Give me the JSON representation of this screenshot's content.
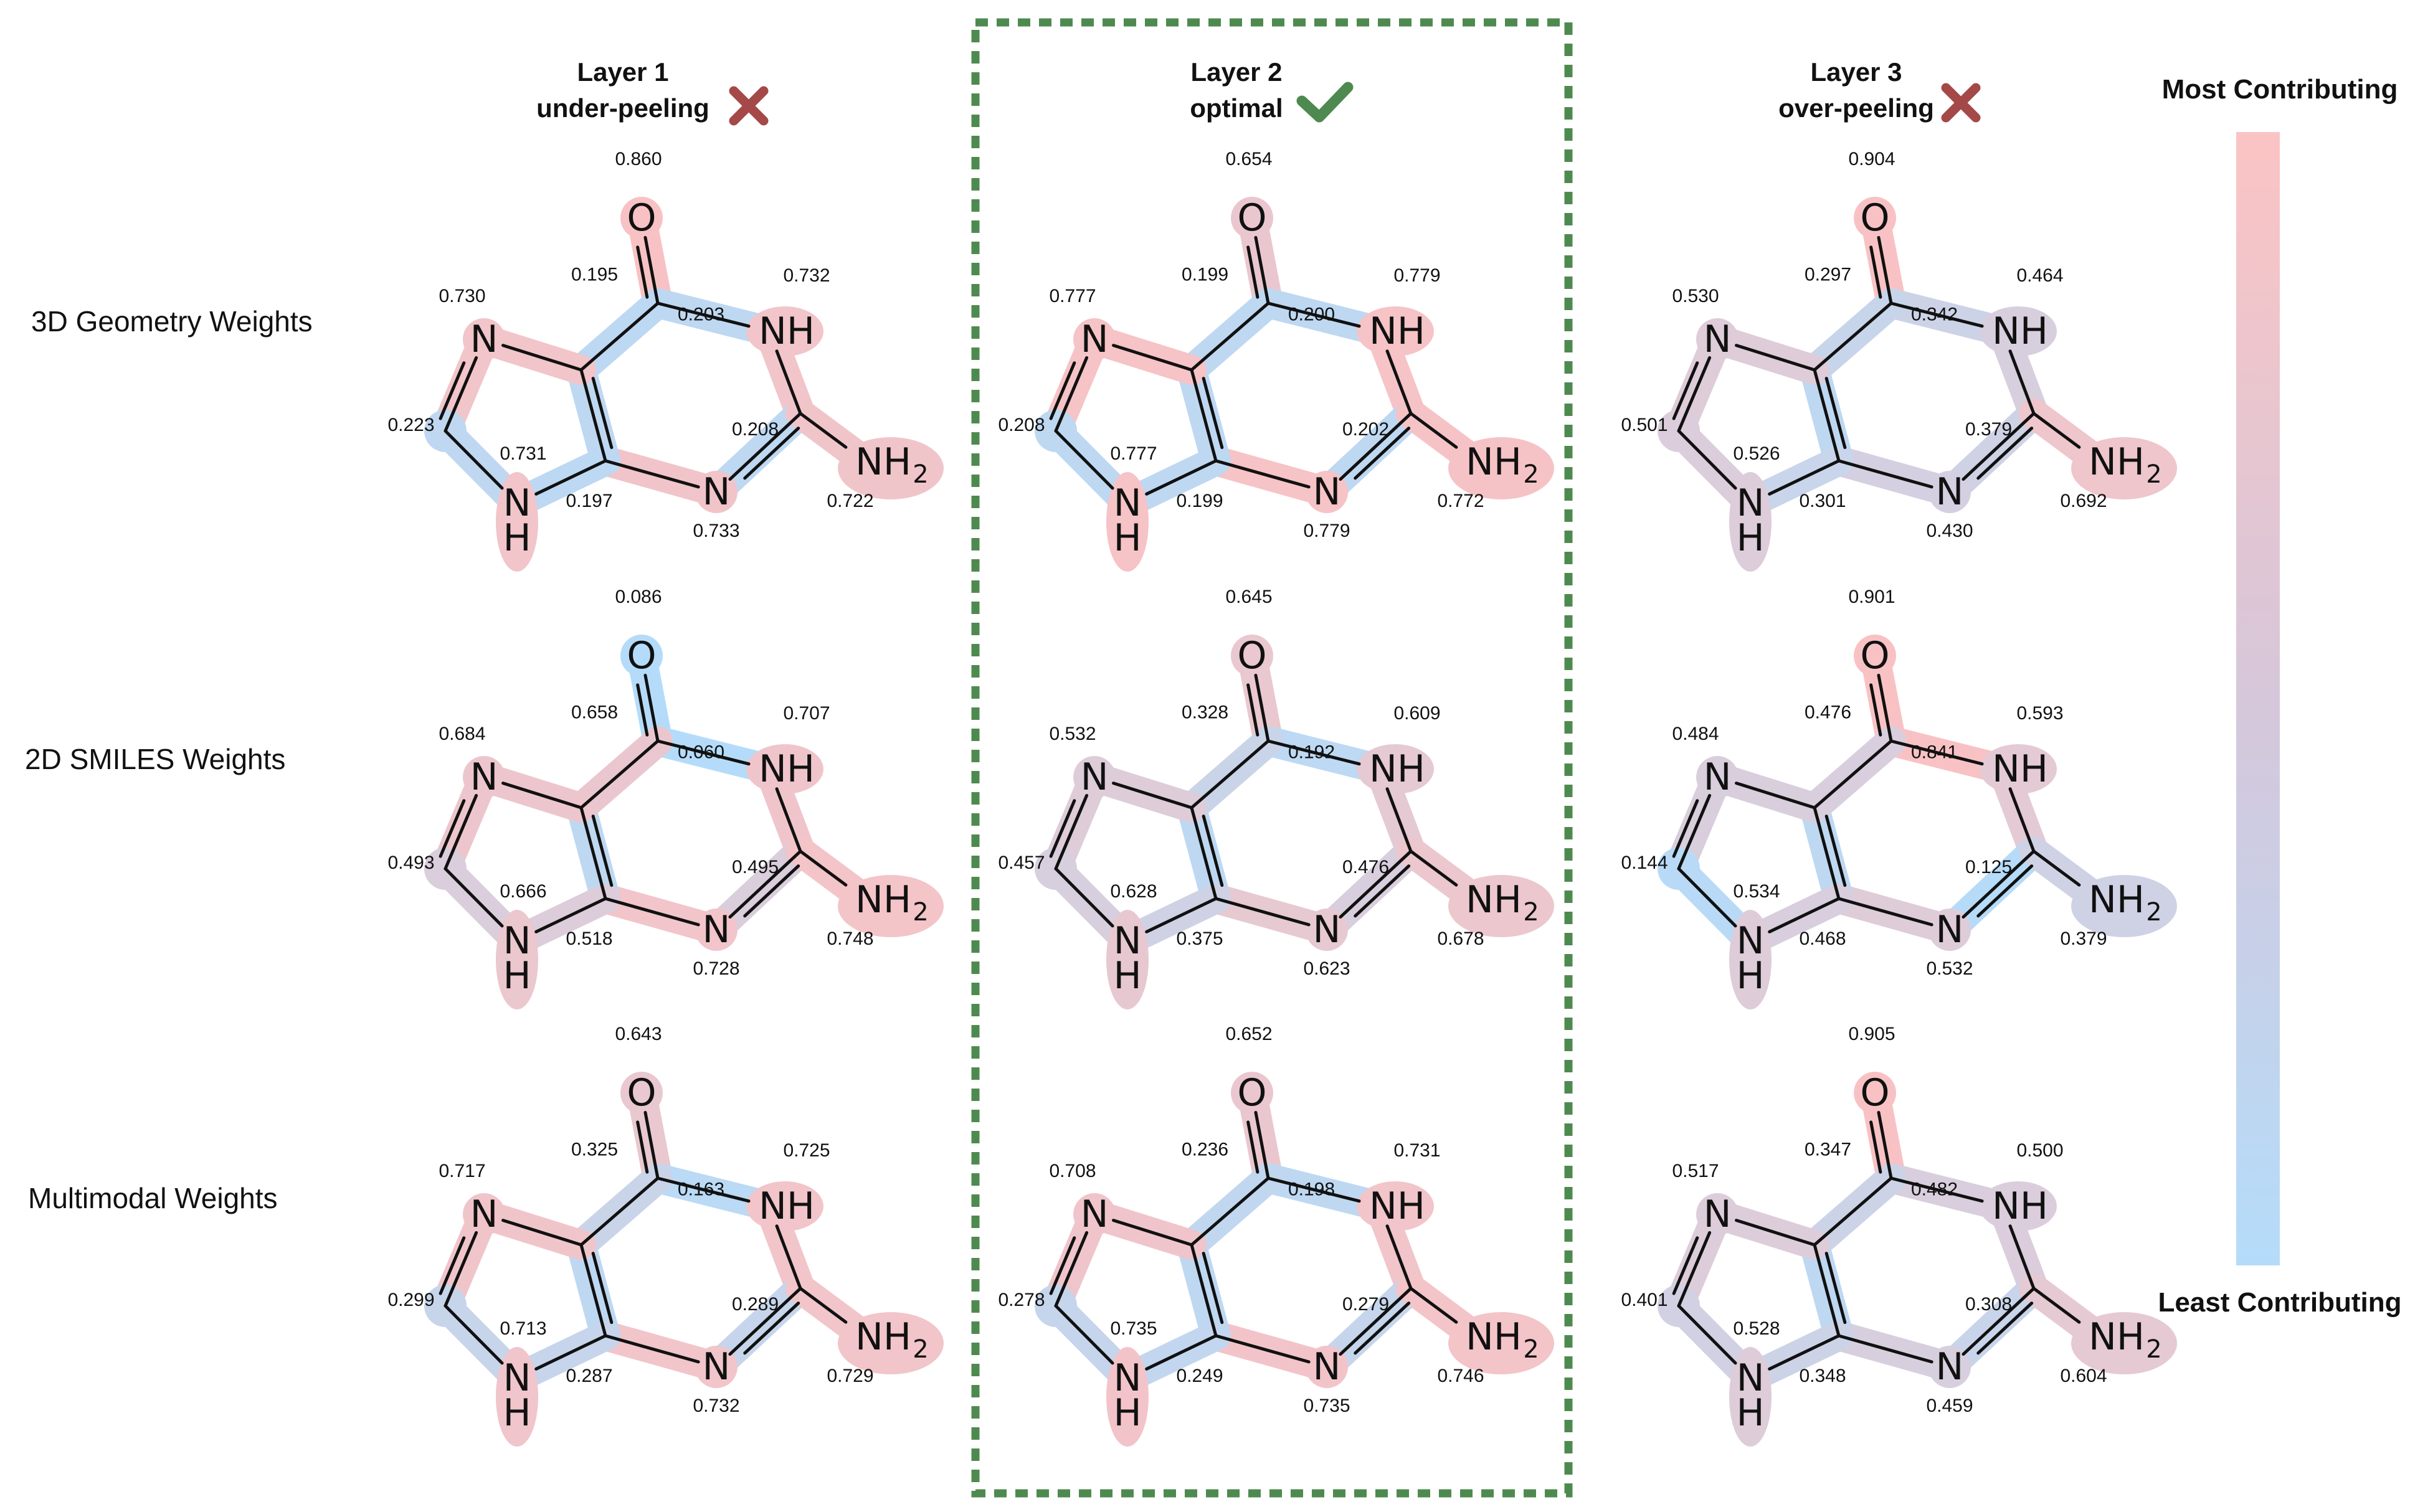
{
  "columns": [
    {
      "title": "Layer 1",
      "subtitle": "under-peeling",
      "mark": "cross-icon"
    },
    {
      "title": "Layer 2",
      "subtitle": "optimal",
      "mark": "check-icon"
    },
    {
      "title": "Layer 3",
      "subtitle": "over-peeling",
      "mark": "cross-icon"
    }
  ],
  "rows": [
    {
      "label": "3D Geometry Weights"
    },
    {
      "label": "2D SMILES Weights"
    },
    {
      "label": "Multimodal Weights"
    }
  ],
  "legend": {
    "top_label": "Most Contributing",
    "bottom_label": "Least Contributing",
    "top_color": "#fbc4c4",
    "bottom_color": "#b4dcfa"
  },
  "colors": {
    "high": "#f8c2c4",
    "low": "#b4dcfa",
    "check": "#4e8a50",
    "cross": "#a44848",
    "optimal_box": "#4e8a50"
  },
  "atom_text": {
    "O": "O",
    "NH": "NH",
    "N": "N",
    "H": "H",
    "NH2_main": "NH",
    "NH2_sub": "2"
  },
  "molecules": [
    {
      "row": 0,
      "col": 0,
      "atoms": [
        0.86,
        0.732,
        0.73,
        0.223,
        0.731,
        0.733,
        0.722
      ],
      "bonds": [
        0.195,
        0.203,
        0.197,
        0.208
      ]
    },
    {
      "row": 0,
      "col": 1,
      "atoms": [
        0.654,
        0.779,
        0.777,
        0.208,
        0.777,
        0.779,
        0.772
      ],
      "bonds": [
        0.199,
        0.2,
        0.199,
        0.202
      ]
    },
    {
      "row": 0,
      "col": 2,
      "atoms": [
        0.904,
        0.464,
        0.53,
        0.501,
        0.526,
        0.43,
        0.692
      ],
      "bonds": [
        0.297,
        0.342,
        0.301,
        0.379
      ]
    },
    {
      "row": 1,
      "col": 0,
      "atoms": [
        0.086,
        0.707,
        0.684,
        0.493,
        0.666,
        0.728,
        0.748
      ],
      "bonds": [
        0.658,
        0.06,
        0.518,
        0.495
      ]
    },
    {
      "row": 1,
      "col": 1,
      "atoms": [
        0.645,
        0.609,
        0.532,
        0.457,
        0.628,
        0.623,
        0.678
      ],
      "bonds": [
        0.328,
        0.192,
        0.375,
        0.476
      ]
    },
    {
      "row": 1,
      "col": 2,
      "atoms": [
        0.901,
        0.593,
        0.484,
        0.144,
        0.534,
        0.532,
        0.379
      ],
      "bonds": [
        0.476,
        0.841,
        0.468,
        0.125
      ]
    },
    {
      "row": 2,
      "col": 0,
      "atoms": [
        0.643,
        0.725,
        0.717,
        0.299,
        0.713,
        0.732,
        0.729
      ],
      "bonds": [
        0.325,
        0.163,
        0.287,
        0.289
      ]
    },
    {
      "row": 2,
      "col": 1,
      "atoms": [
        0.652,
        0.731,
        0.708,
        0.278,
        0.735,
        0.735,
        0.746
      ],
      "bonds": [
        0.236,
        0.198,
        0.249,
        0.279
      ]
    },
    {
      "row": 2,
      "col": 2,
      "atoms": [
        0.905,
        0.5,
        0.517,
        0.401,
        0.528,
        0.459,
        0.604
      ],
      "bonds": [
        0.347,
        0.482,
        0.348,
        0.308
      ]
    }
  ]
}
